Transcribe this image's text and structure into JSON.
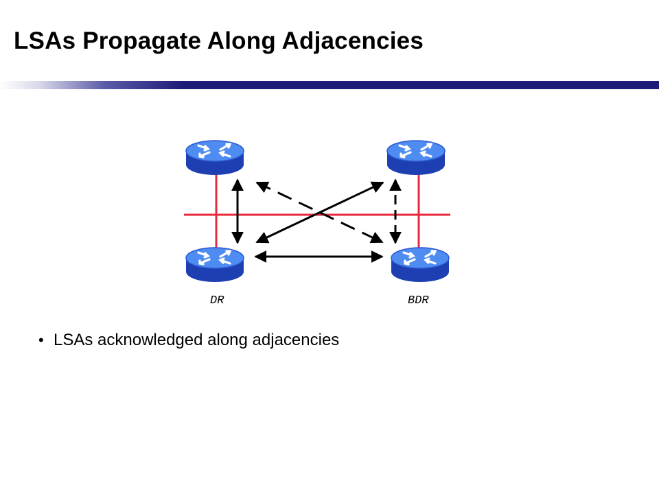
{
  "slide": {
    "title": "LSAs Propagate Along Adjacencies"
  },
  "diagram": {
    "routers": [
      {
        "id": "top-left",
        "label": ""
      },
      {
        "id": "top-right",
        "label": ""
      },
      {
        "id": "bottom-left",
        "label": "DR"
      },
      {
        "id": "bottom-right",
        "label": "BDR"
      }
    ],
    "colors": {
      "router_body": "#2b6ee8",
      "router_rim": "#1d3fb2",
      "router_top": "#4f8cf2",
      "link": "#e8283c",
      "arrow": "#000000"
    }
  },
  "bullets": [
    {
      "text": "LSAs acknowledged along adjacencies"
    }
  ]
}
